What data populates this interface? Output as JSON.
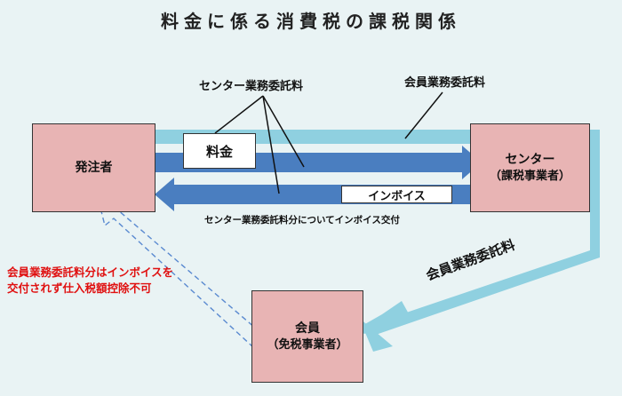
{
  "title": "料金に係る消費税の課税関係",
  "nodes": {
    "orderer": {
      "name": "発注者"
    },
    "center": {
      "name": "センター",
      "sub": "（課税事業者）"
    },
    "member": {
      "name": "会員",
      "sub": "（免税事業者）"
    }
  },
  "labels": {
    "fee": "料金",
    "invoice": "インボイス",
    "center_commission_callout": "センター業務委託料",
    "member_commission_callout": "会員業務委託料",
    "invoice_note": "センター業務委託料分についてインボイス交付",
    "member_commission_arrow": "会員業務委託料",
    "warning_line1": "会員業務委託料分はインボイスを",
    "warning_line2": "交付されず仕入税額控除不可"
  },
  "colors": {
    "background": "#e9f3f4",
    "box_fill": "#e8b4b4",
    "dark_arrow": "#4a7ec0",
    "light_arrow": "#8fd0e0",
    "warning_text": "#e01010",
    "dashed_arrow": "#5a8ad0"
  }
}
